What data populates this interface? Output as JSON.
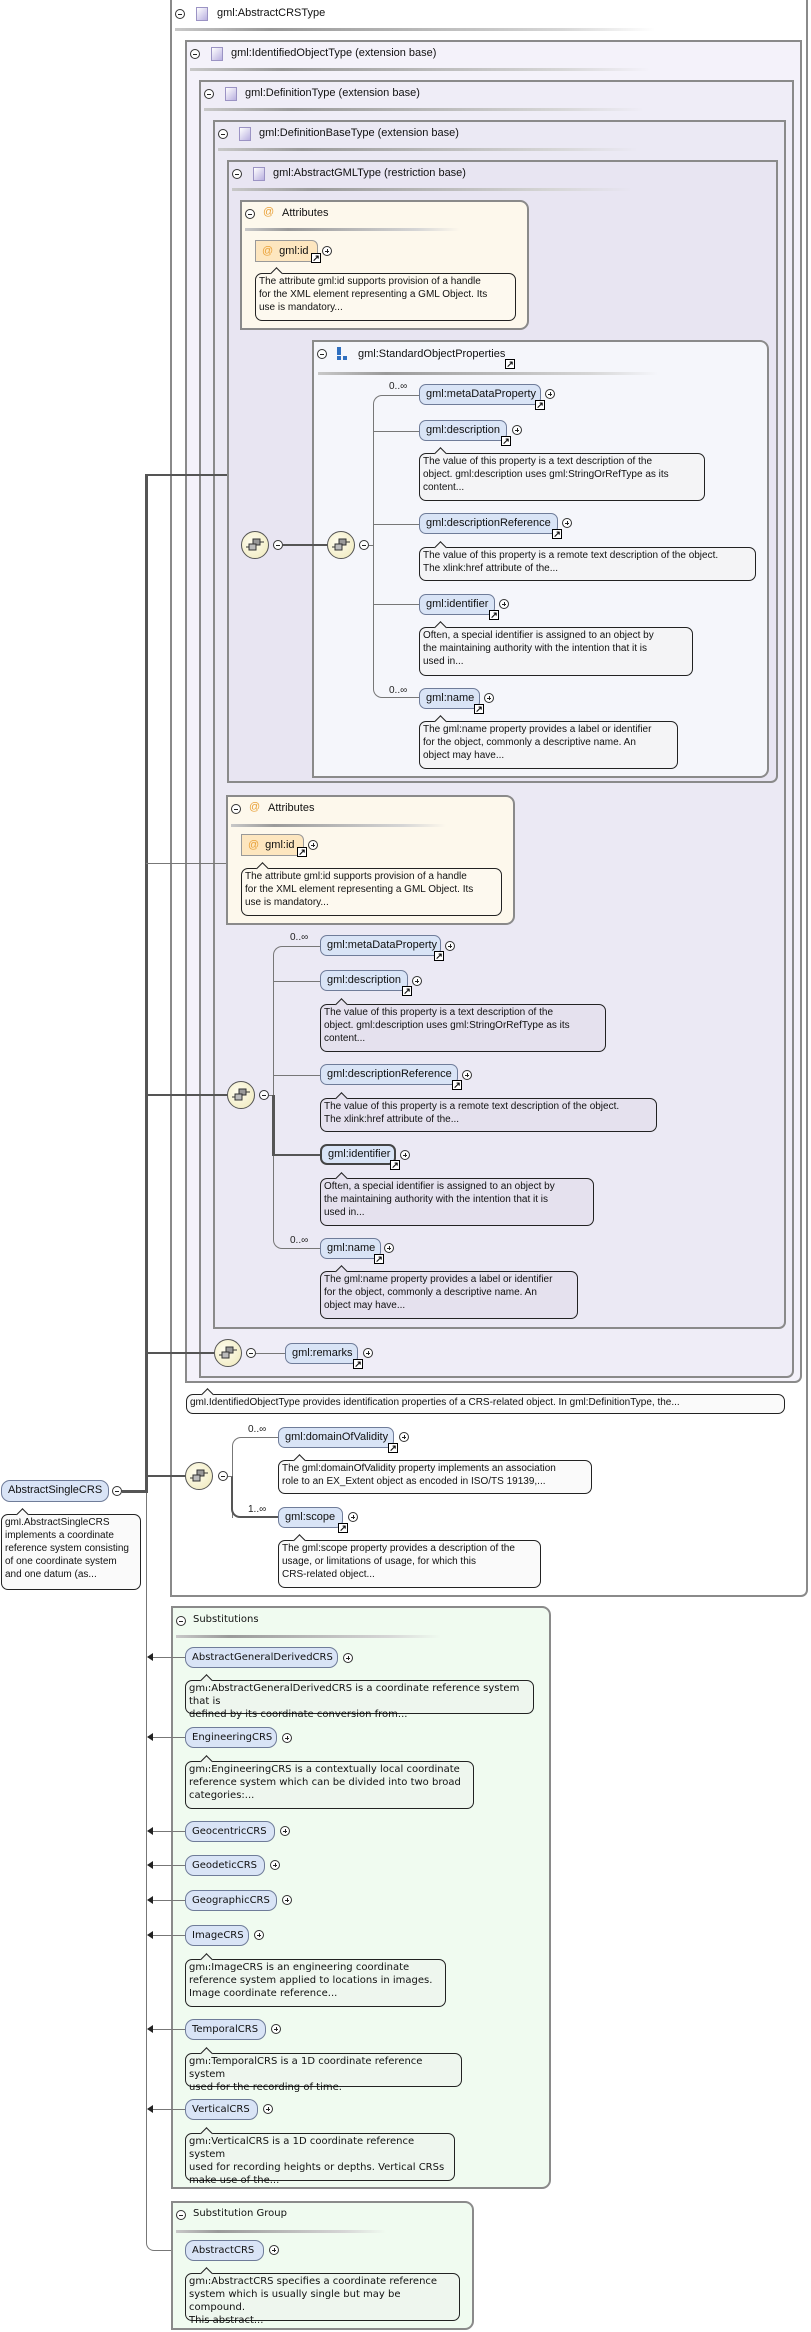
{
  "root": {
    "title": "gml:AbstractCRSType"
  },
  "types": {
    "identified": "gml:IdentifiedObjectType (extension base)",
    "definition": "gml:DefinitionType (extension base)",
    "definition_base": "gml:DefinitionBaseType (extension base)",
    "abstract_gml": "gml:AbstractGMLType (restriction base)"
  },
  "attributes": {
    "title": "Attributes",
    "attr": "gml:id",
    "note": "The attribute gml:id supports provision of a handle\nfor the XML element representing a GML Object. Its\nuse is mandatory..."
  },
  "sop": {
    "title": "gml:StandardObjectProperties"
  },
  "props": {
    "meta": {
      "label": "gml:metaDataProperty",
      "occ": "0..∞"
    },
    "description": {
      "label": "gml:description",
      "note": "The value of this property is a text description of the\nobject. gml:description uses gml:StringOrRefType as its\ncontent..."
    },
    "description_ref": {
      "label": "gml:descriptionReference",
      "note": "The value of this property is a remote text description of the object.\nThe xlink:href attribute of the..."
    },
    "identifier": {
      "label": "gml:identifier",
      "note": "Often, a special identifier is assigned to an object by\nthe maintaining authority with the intention that it is\nused in..."
    },
    "name": {
      "label": "gml:name",
      "occ": "0..∞",
      "note": "The gml:name property provides a label or identifier\nfor the object, commonly a descriptive name. An\nobject may have..."
    }
  },
  "remarks": {
    "label": "gml:remarks"
  },
  "identified_note": "gml:IdentifiedObjectType provides identification properties of a CRS-related object. In gml:DefinitionType, the...",
  "domain": {
    "label": "gml:domainOfValidity",
    "occ": "0..∞",
    "note": "The gml:domainOfValidity property implements an association\nrole to an EX_Extent object as encoded in ISO/TS 19139,..."
  },
  "scope": {
    "label": "gml:scope",
    "occ": "1..∞",
    "note": "The gml:scope property provides a description of the\nusage, or limitations of usage, for which this\nCRS-related object..."
  },
  "element": {
    "label": "AbstractSingleCRS",
    "note": "gml:AbstractSingleCRS\nimplements a coordinate\nreference system consisting\nof one coordinate system\nand one datum (as..."
  },
  "substitutions": {
    "title": "Substitutions",
    "items": [
      {
        "label": "AbstractGeneralDerivedCRS",
        "note": "gml:AbstractGeneralDerivedCRS is a coordinate reference system that is\ndefined by its coordinate conversion from..."
      },
      {
        "label": "EngineeringCRS",
        "note": "gml:EngineeringCRS is a contextually local coordinate\nreference system which can be divided into two broad\ncategories:..."
      },
      {
        "label": "GeocentricCRS"
      },
      {
        "label": "GeodeticCRS"
      },
      {
        "label": "GeographicCRS"
      },
      {
        "label": "ImageCRS",
        "note": "gml:ImageCRS is an engineering coordinate\nreference system applied to locations in images.\nImage coordinate reference..."
      },
      {
        "label": "TemporalCRS",
        "note": "gml:TemporalCRS is a 1D coordinate reference system\nused for the recording of time."
      },
      {
        "label": "VerticalCRS",
        "note": "gml:VerticalCRS is a 1D coordinate reference system\nused for recording heights or depths. Vertical CRSs\nmake use of the..."
      }
    ]
  },
  "substitution_group": {
    "title": "Substitution Group",
    "label": "AbstractCRS",
    "note": "gml:AbstractCRS specifies a coordinate reference\nsystem which is usually single but may be compound.\nThis abstract..."
  },
  "colors": {
    "pill": "#d9e4f6",
    "attribute": "#fde6bf",
    "substitutions_bg": "#f0fbf0",
    "type_bg": "#ebe9f4"
  }
}
